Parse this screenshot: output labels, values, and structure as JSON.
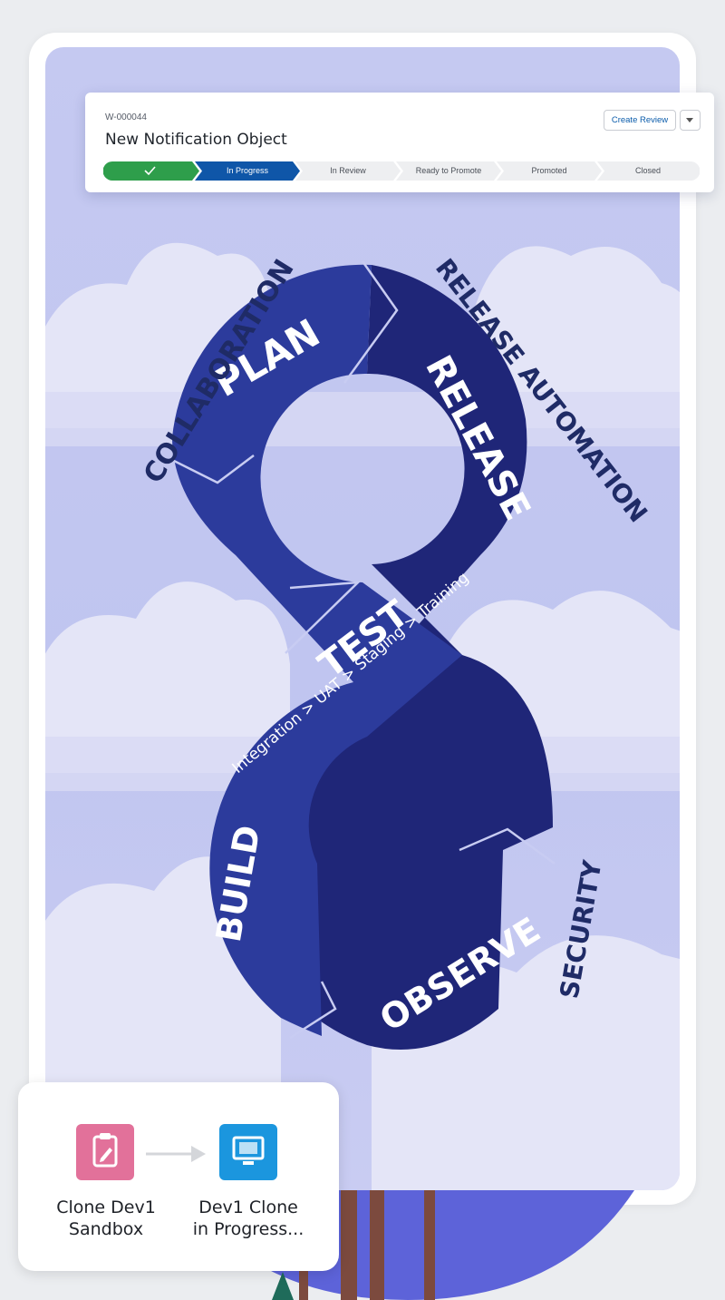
{
  "work_item": {
    "id": "W-000044",
    "title": "New Notification Object",
    "create_review_label": "Create Review",
    "stages": [
      {
        "label": "",
        "state": "complete"
      },
      {
        "label": "In Progress",
        "state": "current"
      },
      {
        "label": "In Review",
        "state": "upcoming"
      },
      {
        "label": "Ready to Promote",
        "state": "upcoming"
      },
      {
        "label": "Promoted",
        "state": "upcoming"
      },
      {
        "label": "Closed",
        "state": "upcoming"
      }
    ]
  },
  "diagram": {
    "segments": {
      "plan": "PLAN",
      "release": "RELEASE",
      "test": "TEST",
      "test_detail": "Integration > UAT > Staging > Training",
      "build": "BUILD",
      "observe": "OBSERVE"
    },
    "outer_labels": {
      "collaboration": "COLLABORATION",
      "release_automation": "RELEASE AUTOMATION",
      "security": "SECURITY"
    },
    "colors": {
      "loop_primary": "#2b3a99",
      "loop_dark": "#1c2273",
      "sky": "#c2c6f0",
      "cloud": "#e6e7f8"
    }
  },
  "clone_task": {
    "source_label_line1": "Clone Dev1",
    "source_label_line2": "Sandbox",
    "target_label_line1": "Dev1 Clone",
    "target_label_line2": "in Progress...",
    "source_icon": "clipboard-edit-icon",
    "target_icon": "monitor-icon",
    "source_color": "#e2719a",
    "target_color": "#1b96de"
  }
}
